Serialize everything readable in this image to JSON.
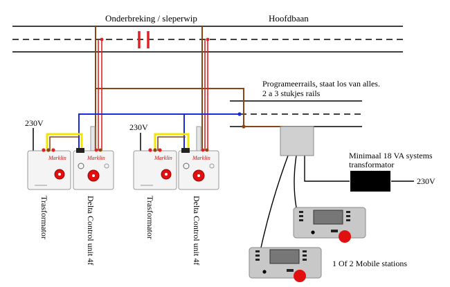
{
  "labels": {
    "interruption": "Onderbreking / sleperwip",
    "main_track": "Hoofdbaan",
    "prog_line1": "Programeerrails, staat los van alles.",
    "prog_line2": "2 a 3 stukjes rails",
    "voltage_left": "230V",
    "voltage_mid": "230V",
    "voltage_right": "230V",
    "transformer_spec_line1": "Minimaal 18 VA systems",
    "transformer_spec_line2": "transformator",
    "transformer_1": "Trasformator",
    "control_unit_1": "Delta Control unit 4f",
    "transformer_2": "Trasformator",
    "control_unit_2": "Delta Control unit 4f",
    "mobile_stations": "1 Of 2 Mobile stations"
  },
  "brand": {
    "name": "Marklin"
  },
  "colors": {
    "wire_brown": "#8b4513",
    "wire_red": "#e02020",
    "wire_blue": "#1a2ad8",
    "wire_yellow": "#f2e600",
    "knob_red": "#e01010",
    "transformer_black": "#000000",
    "hub_grey": "#d0d0d0",
    "mobile_grey": "#c8c8c8"
  }
}
